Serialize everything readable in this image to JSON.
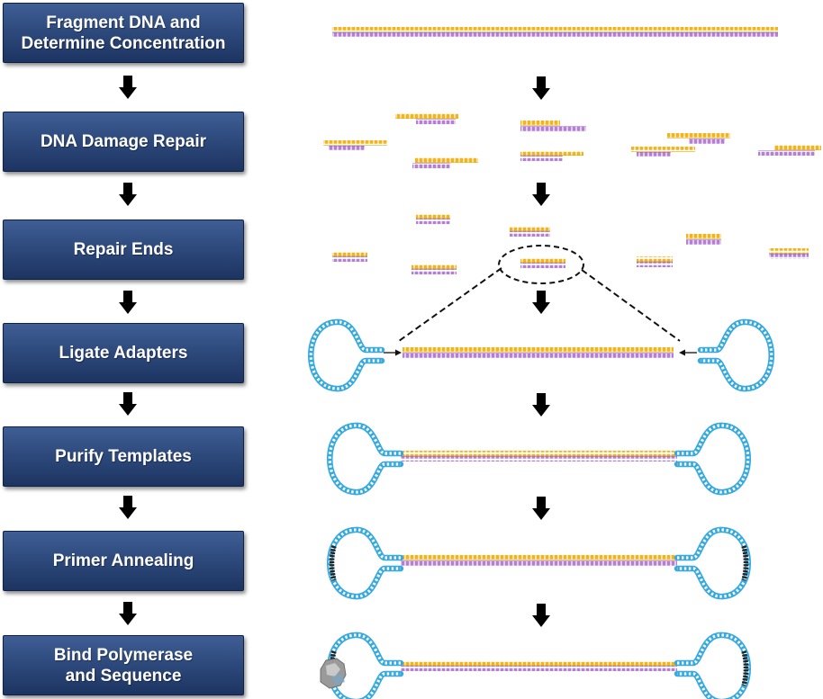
{
  "steps": [
    {
      "label": "Fragment DNA and\nDetermine Concentration"
    },
    {
      "label": "DNA Damage Repair"
    },
    {
      "label": "Repair Ends"
    },
    {
      "label": "Ligate Adapters"
    },
    {
      "label": "Purify Templates"
    },
    {
      "label": "Primer Annealing"
    },
    {
      "label": "Bind Polymerase\nand Sequence"
    }
  ],
  "colors": {
    "step_box": "#2b4678",
    "strand_top": "#f2b417",
    "strand_bottom": "#b57fd6",
    "adapter": "#36a9de",
    "primer": "#222222",
    "arrow": "#000000"
  },
  "icons": [
    "down-arrow-icon",
    "right-arrow-icon",
    "left-arrow-icon",
    "polymerase-icon"
  ]
}
